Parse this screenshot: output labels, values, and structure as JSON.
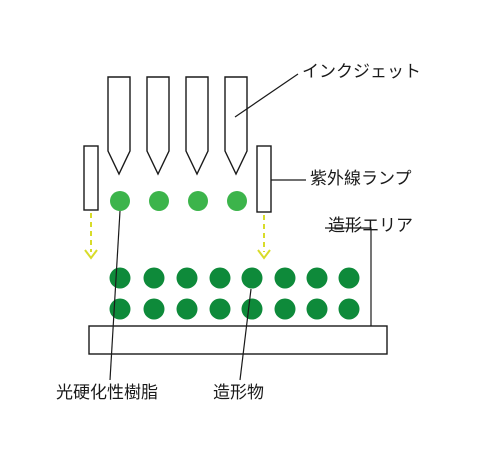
{
  "labels": {
    "inkjet": "インクジェット",
    "uv_lamp": "紫外線ランプ",
    "build_area": "造形エリア",
    "photocurable_resin": "光硬化性樹脂",
    "build_object": "造形物"
  },
  "colors": {
    "line": "#1a1a1a",
    "droplet_light_green": "#3cb44b",
    "deposited_dark_green": "#0e8a3a",
    "uv_arrow_yellow": "#d8dc2a"
  },
  "counts": {
    "inkjet_nozzles": 4,
    "droplets": 4,
    "deposited_rows": 2,
    "deposited_per_row": 8
  }
}
